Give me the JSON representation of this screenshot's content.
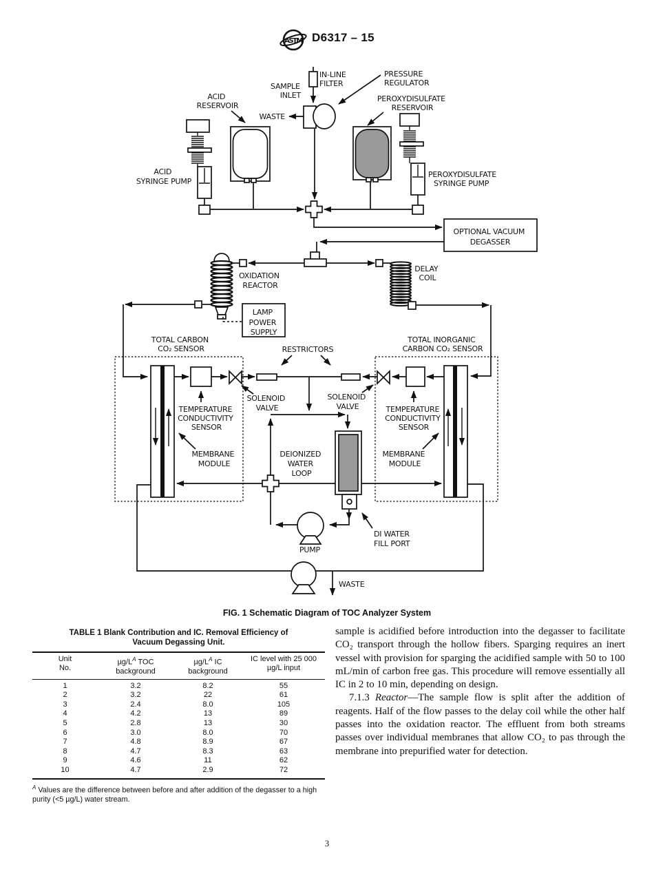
{
  "header": {
    "code": "D6317 – 15",
    "logo": "astm-logo"
  },
  "figure": {
    "caption": "FIG. 1 Schematic Diagram of TOC Analyzer System",
    "labels": {
      "sample_inlet": [
        "SAMPLE",
        "INLET"
      ],
      "in_line_filter": [
        "IN-LINE",
        "FILTER"
      ],
      "pressure_regulator": [
        "PRESSURE",
        "REGULATOR"
      ],
      "waste_top": "WASTE",
      "acid_reservoir": [
        "ACID",
        "RESERVOIR"
      ],
      "peroxydisulfate_reservoir": [
        "PEROXYDISULFATE",
        "RESERVOIR"
      ],
      "acid_syringe_pump": [
        "ACID",
        "SYRINGE PUMP"
      ],
      "peroxydisulfate_syringe_pump": [
        "PEROXYDISULFATE",
        "SYRINGE PUMP"
      ],
      "optional_vacuum_degasser": [
        "OPTIONAL VACUUM",
        "DEGASSER"
      ],
      "oxidation_reactor": [
        "OXIDATION",
        "REACTOR"
      ],
      "delay_coil": [
        "DELAY",
        "COIL"
      ],
      "lamp_power_supply": [
        "LAMP",
        "POWER",
        "SUPPLY"
      ],
      "total_carbon_sensor": [
        "TOTAL CARBON",
        "CO₂ SENSOR"
      ],
      "total_inorganic_sensor": [
        "TOTAL INORGANIC",
        "CARBON CO₂ SENSOR"
      ],
      "restrictors": "RESTRICTORS",
      "solenoid_valve_left": [
        "SOLENOID",
        "VALVE"
      ],
      "solenoid_valve_right": [
        "SOLENOID",
        "VALVE"
      ],
      "temp_cond_left": [
        "TEMPERATURE",
        "CONDUCTIVITY",
        "SENSOR"
      ],
      "temp_cond_right": [
        "TEMPERATURE",
        "CONDUCTIVITY",
        "SENSOR"
      ],
      "membrane_left": [
        "MEMBRANE",
        "MODULE"
      ],
      "membrane_right": [
        "MEMBRANE",
        "MODULE"
      ],
      "deionized_water_loop": [
        "DEIONIZED",
        "WATER",
        "LOOP"
      ],
      "di_water_fill_port": [
        "DI WATER",
        "FILL PORT"
      ],
      "pump": "PUMP",
      "waste_bottom": "WASTE"
    }
  },
  "table": {
    "title_line1": "TABLE 1 Blank Contribution and IC. Removal Efficiency of",
    "title_line2": "Vacuum Degassing Unit.",
    "col_unit": [
      "Unit",
      "No."
    ],
    "col_toc": {
      "pre": "µg/L",
      "sup": "A",
      "post": " TOC",
      "line2": "background"
    },
    "col_ic": {
      "pre": "µg/L",
      "sup": "A",
      "post": " IC",
      "line2": "background"
    },
    "col_level": [
      "IC level with 25 000",
      "µg/L input"
    ],
    "rows": [
      [
        "1",
        "3.2",
        "8.2",
        "55"
      ],
      [
        "2",
        "3.2",
        "22",
        "61"
      ],
      [
        "3",
        "2.4",
        "8.0",
        "105"
      ],
      [
        "4",
        "4.2",
        "13",
        "89"
      ],
      [
        "5",
        "2.8",
        "13",
        "30"
      ],
      [
        "6",
        "3.0",
        "8.0",
        "70"
      ],
      [
        "7",
        "4.8",
        "8.9",
        "67"
      ],
      [
        "8",
        "4.7",
        "8.3",
        "63"
      ],
      [
        "9",
        "4.6",
        "11",
        "62"
      ],
      [
        "10",
        "4.7",
        "2.9",
        "72"
      ]
    ],
    "footnote_sup": "A",
    "footnote": " Values are the difference between before and after addition of the degasser to a high purity (<5 µg/L) water stream."
  },
  "body": {
    "para1": "sample is acidified before introduction into the degasser to facilitate CO₂ transport through the hollow fibers. Sparging requires an inert vessel with provision for sparging the acidified sample with 50 to 100 mL/min of carbon free gas. This procedure will remove essentially all IC in 2 to 10 min, depending on design.",
    "para2_num": "7.1.3 ",
    "para2_term": "Reactor",
    "para2_rest": "—The sample flow is split after the addition of reagents. Half of the flow passes to the delay coil while the other half passes into the oxidation reactor. The effluent from both streams passes over individual membranes that allow CO₂ to pas through the membrane into prepurified water for detection."
  },
  "footer": {
    "page": "3"
  }
}
